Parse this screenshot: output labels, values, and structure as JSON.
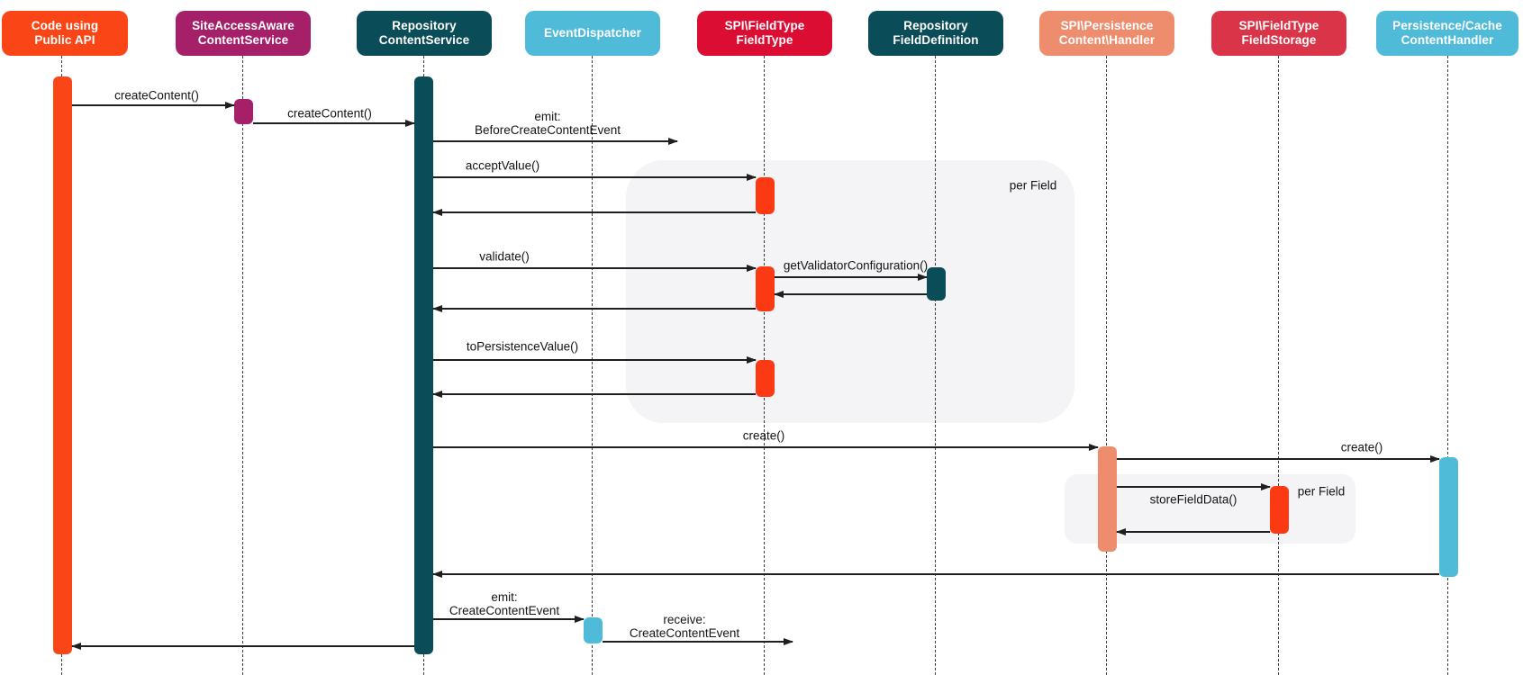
{
  "palette": {
    "orange": "#FA4616",
    "magenta": "#A62069",
    "dark_teal": "#0A4C58",
    "cyan": "#4FBBD8",
    "crimson": "#DC0D33",
    "salmon": "#EE8C6E",
    "rose_red": "#DA3448",
    "field_bar_orange": "#FB3A13",
    "frame_bg": "#F4F4F7",
    "arrow_line": "#1F1F1F",
    "lifeline": "#3C3C3C",
    "label_text": "#141414"
  },
  "actors": [
    {
      "label": "Code using\nPublic API",
      "color": "#FA4616"
    },
    {
      "label": "SiteAccessAware\nContentService",
      "color": "#A62069"
    },
    {
      "label": "Repository\nContentService",
      "color": "#0A4C58"
    },
    {
      "label": "EventDispatcher",
      "color": "#4FBBD8"
    },
    {
      "label": "SPI\\FieldType\nFieldType",
      "color": "#DC0D33"
    },
    {
      "label": "Repository\nFieldDefinition",
      "color": "#0A4C58"
    },
    {
      "label": "SPI\\Persistence\nContent\\Handler",
      "color": "#EE8C6E"
    },
    {
      "label": "SPI\\FieldType\nFieldStorage",
      "color": "#DA3448"
    },
    {
      "label": "Persistence/Cache\nContentHandler",
      "color": "#4FBBD8"
    }
  ],
  "frames": [
    {
      "label": "per Field"
    },
    {
      "label": "per Field"
    }
  ],
  "messages": [
    {
      "label": "createContent()",
      "from": "Code using Public API",
      "to": "SiteAccessAware ContentService",
      "kind": "call"
    },
    {
      "label": "createContent()",
      "from": "SiteAccessAware ContentService",
      "to": "Repository ContentService",
      "kind": "call"
    },
    {
      "label": "emit:\nBeforeCreateContentEvent",
      "from": "Repository ContentService",
      "to": "EventDispatcher",
      "kind": "call"
    },
    {
      "label": "acceptValue()",
      "from": "Repository ContentService",
      "to": "SPI\\FieldType FieldType",
      "kind": "call"
    },
    {
      "label": "",
      "from": "SPI\\FieldType FieldType",
      "to": "Repository ContentService",
      "kind": "return"
    },
    {
      "label": "validate()",
      "from": "Repository ContentService",
      "to": "SPI\\FieldType FieldType",
      "kind": "call"
    },
    {
      "label": "getValidatorConfiguration()",
      "from": "SPI\\FieldType FieldType",
      "to": "Repository FieldDefinition",
      "kind": "call"
    },
    {
      "label": "",
      "from": "Repository FieldDefinition",
      "to": "SPI\\FieldType FieldType",
      "kind": "return"
    },
    {
      "label": "",
      "from": "SPI\\FieldType FieldType",
      "to": "Repository ContentService",
      "kind": "return"
    },
    {
      "label": "toPersistenceValue()",
      "from": "Repository ContentService",
      "to": "SPI\\FieldType FieldType",
      "kind": "call"
    },
    {
      "label": "",
      "from": "SPI\\FieldType FieldType",
      "to": "Repository ContentService",
      "kind": "return"
    },
    {
      "label": "create()",
      "from": "Repository ContentService",
      "to": "SPI\\Persistence Content\\Handler",
      "kind": "call"
    },
    {
      "label": "create()",
      "from": "SPI\\Persistence Content\\Handler",
      "to": "Persistence/Cache ContentHandler",
      "kind": "call"
    },
    {
      "label": "storeFieldData()",
      "from": "SPI\\Persistence Content\\Handler",
      "to": "SPI\\FieldType FieldStorage",
      "kind": "call"
    },
    {
      "label": "",
      "from": "SPI\\FieldType FieldStorage",
      "to": "SPI\\Persistence Content\\Handler",
      "kind": "return"
    },
    {
      "label": "",
      "from": "Persistence/Cache ContentHandler",
      "to": "Repository ContentService",
      "kind": "return"
    },
    {
      "label": "emit:\nCreateContentEvent",
      "from": "Repository ContentService",
      "to": "EventDispatcher",
      "kind": "call"
    },
    {
      "label": "receive:\nCreateContentEvent",
      "from": "EventDispatcher",
      "to": "",
      "kind": "call"
    },
    {
      "label": "",
      "from": "Repository ContentService",
      "to": "Code using Public API",
      "kind": "return"
    }
  ]
}
